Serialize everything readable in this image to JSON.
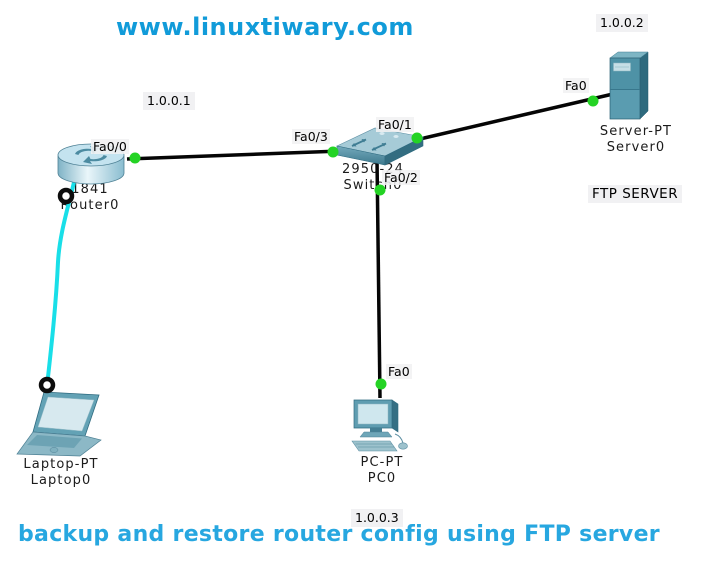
{
  "annotations": {
    "watermark": "www.linuxtiwary.com",
    "caption": "backup and restore router config using FTP server"
  },
  "devices": {
    "router0": {
      "model": "1841",
      "name": "Router0"
    },
    "switch0": {
      "model": "2950-24",
      "name": "Switch0"
    },
    "server0": {
      "model": "Server-PT",
      "name": "Server0"
    },
    "pc0": {
      "model": "PC-PT",
      "name": "PC0"
    },
    "laptop0": {
      "model": "Laptop-PT",
      "name": "Laptop0"
    }
  },
  "port_labels": {
    "router_fa0_0": "Fa0/0",
    "switch_fa0_3": "Fa0/3",
    "switch_fa0_1": "Fa0/1",
    "switch_fa0_2": "Fa0/2",
    "server_fa0": "Fa0",
    "pc_fa0": "Fa0"
  },
  "notes": {
    "router_lan_ip": "1.0.0.1",
    "server_ip": "1.0.0.2",
    "pc_ip": "1.0.0.3",
    "server_role": "FTP SERVER"
  },
  "links": [
    {
      "from_device": "Router0",
      "from_port": "Fa0/0",
      "to_device": "Switch0",
      "to_port": "Fa0/3",
      "cable": "ethernet",
      "status": "up"
    },
    {
      "from_device": "Switch0",
      "from_port": "Fa0/1",
      "to_device": "Server0",
      "to_port": "Fa0",
      "cable": "ethernet",
      "status": "up"
    },
    {
      "from_device": "Switch0",
      "from_port": "Fa0/2",
      "to_device": "PC0",
      "to_port": "Fa0",
      "cable": "ethernet",
      "status": "up"
    },
    {
      "from_device": "Router0",
      "to_device": "Laptop0",
      "cable": "console",
      "status": "connected"
    }
  ],
  "colors": {
    "accent_blue": "#119bd9",
    "caption_blue": "#27a7e0",
    "link_up": "#24d324",
    "console_cable": "#19dfe8",
    "ethernet_cable": "#050505"
  }
}
